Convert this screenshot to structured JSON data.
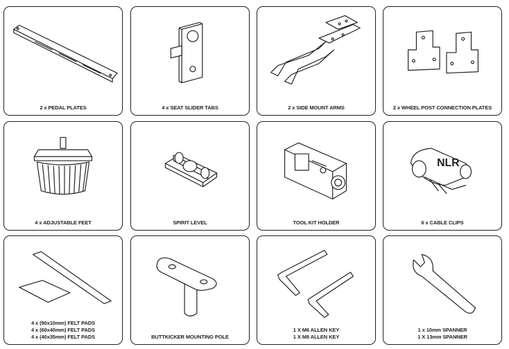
{
  "items": [
    {
      "lines": [
        "2 x PEDAL PLATES"
      ],
      "icon": "pedal-plate-icon"
    },
    {
      "lines": [
        "4 x SEAT SLIDER TABS"
      ],
      "icon": "seat-slider-tab-icon"
    },
    {
      "lines": [
        "2 x SIDE MOUNT ARMS"
      ],
      "icon": "side-mount-arm-icon"
    },
    {
      "lines": [
        "2 x WHEEL POST CONNECTION PLATES"
      ],
      "icon": "wheel-post-plate-icon"
    },
    {
      "lines": [
        "4 x ADJUSTABLE FEET"
      ],
      "icon": "adjustable-foot-icon"
    },
    {
      "lines": [
        "SPIRIT LEVEL"
      ],
      "icon": "spirit-level-icon"
    },
    {
      "lines": [
        "TOOL KIT HOLDER"
      ],
      "icon": "tool-kit-holder-icon"
    },
    {
      "lines": [
        "6 x CABLE CLIPS"
      ],
      "icon": "cable-clip-icon"
    },
    {
      "lines": [
        "4 x (90x10mm) FELT PADS",
        "4 x (60x40mm) FELT PADS",
        "4 x (40x35mm) FELT PADS"
      ],
      "icon": "felt-pad-icon"
    },
    {
      "lines": [
        "BUTTKICKER MOUNTING POLE"
      ],
      "icon": "mounting-pole-icon"
    },
    {
      "lines": [
        "1 X M6 ALLEN KEY",
        "1 X M8 ALLEN KEY"
      ],
      "icon": "allen-key-icon"
    },
    {
      "lines": [
        "1 x 10mm SPANNER",
        "1 X 13mm SPANNER"
      ],
      "icon": "spanner-icon"
    }
  ]
}
